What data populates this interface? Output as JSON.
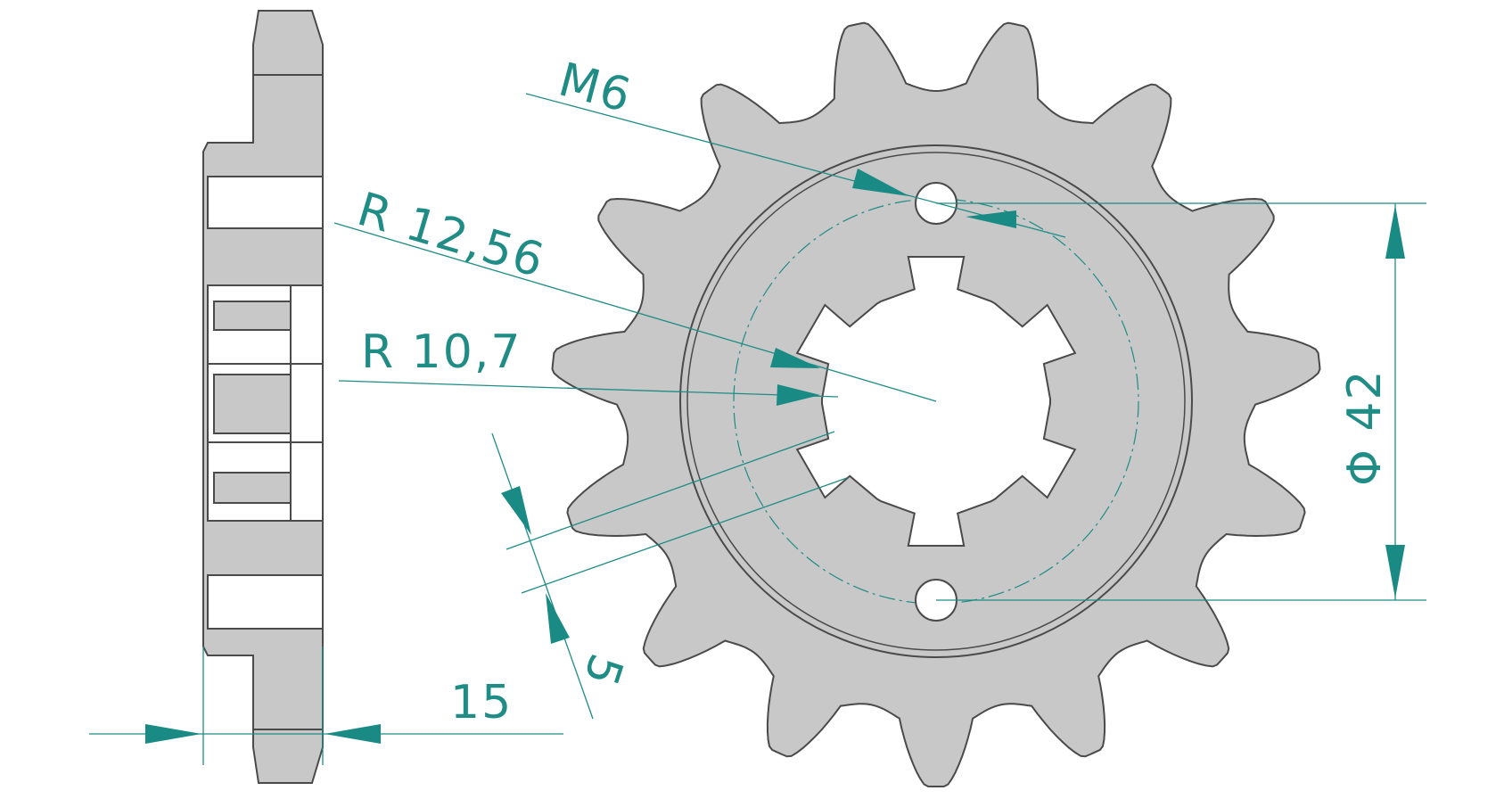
{
  "colors": {
    "background": "#ffffff",
    "part_fill": "#c8c8c8",
    "part_stroke": "#4a4a4a",
    "dimension": "#1f8c85",
    "arrow": "#1a8a84"
  },
  "part": {
    "teeth": 15,
    "type": "sprocket"
  },
  "dimensions": {
    "bolt_thread": "M6",
    "spline_outer_radius": "R  12,56",
    "spline_inner_radius": "R  10,7",
    "spline_width": "5",
    "bolt_circle_diameter": "Φ 42",
    "thickness": "15"
  }
}
